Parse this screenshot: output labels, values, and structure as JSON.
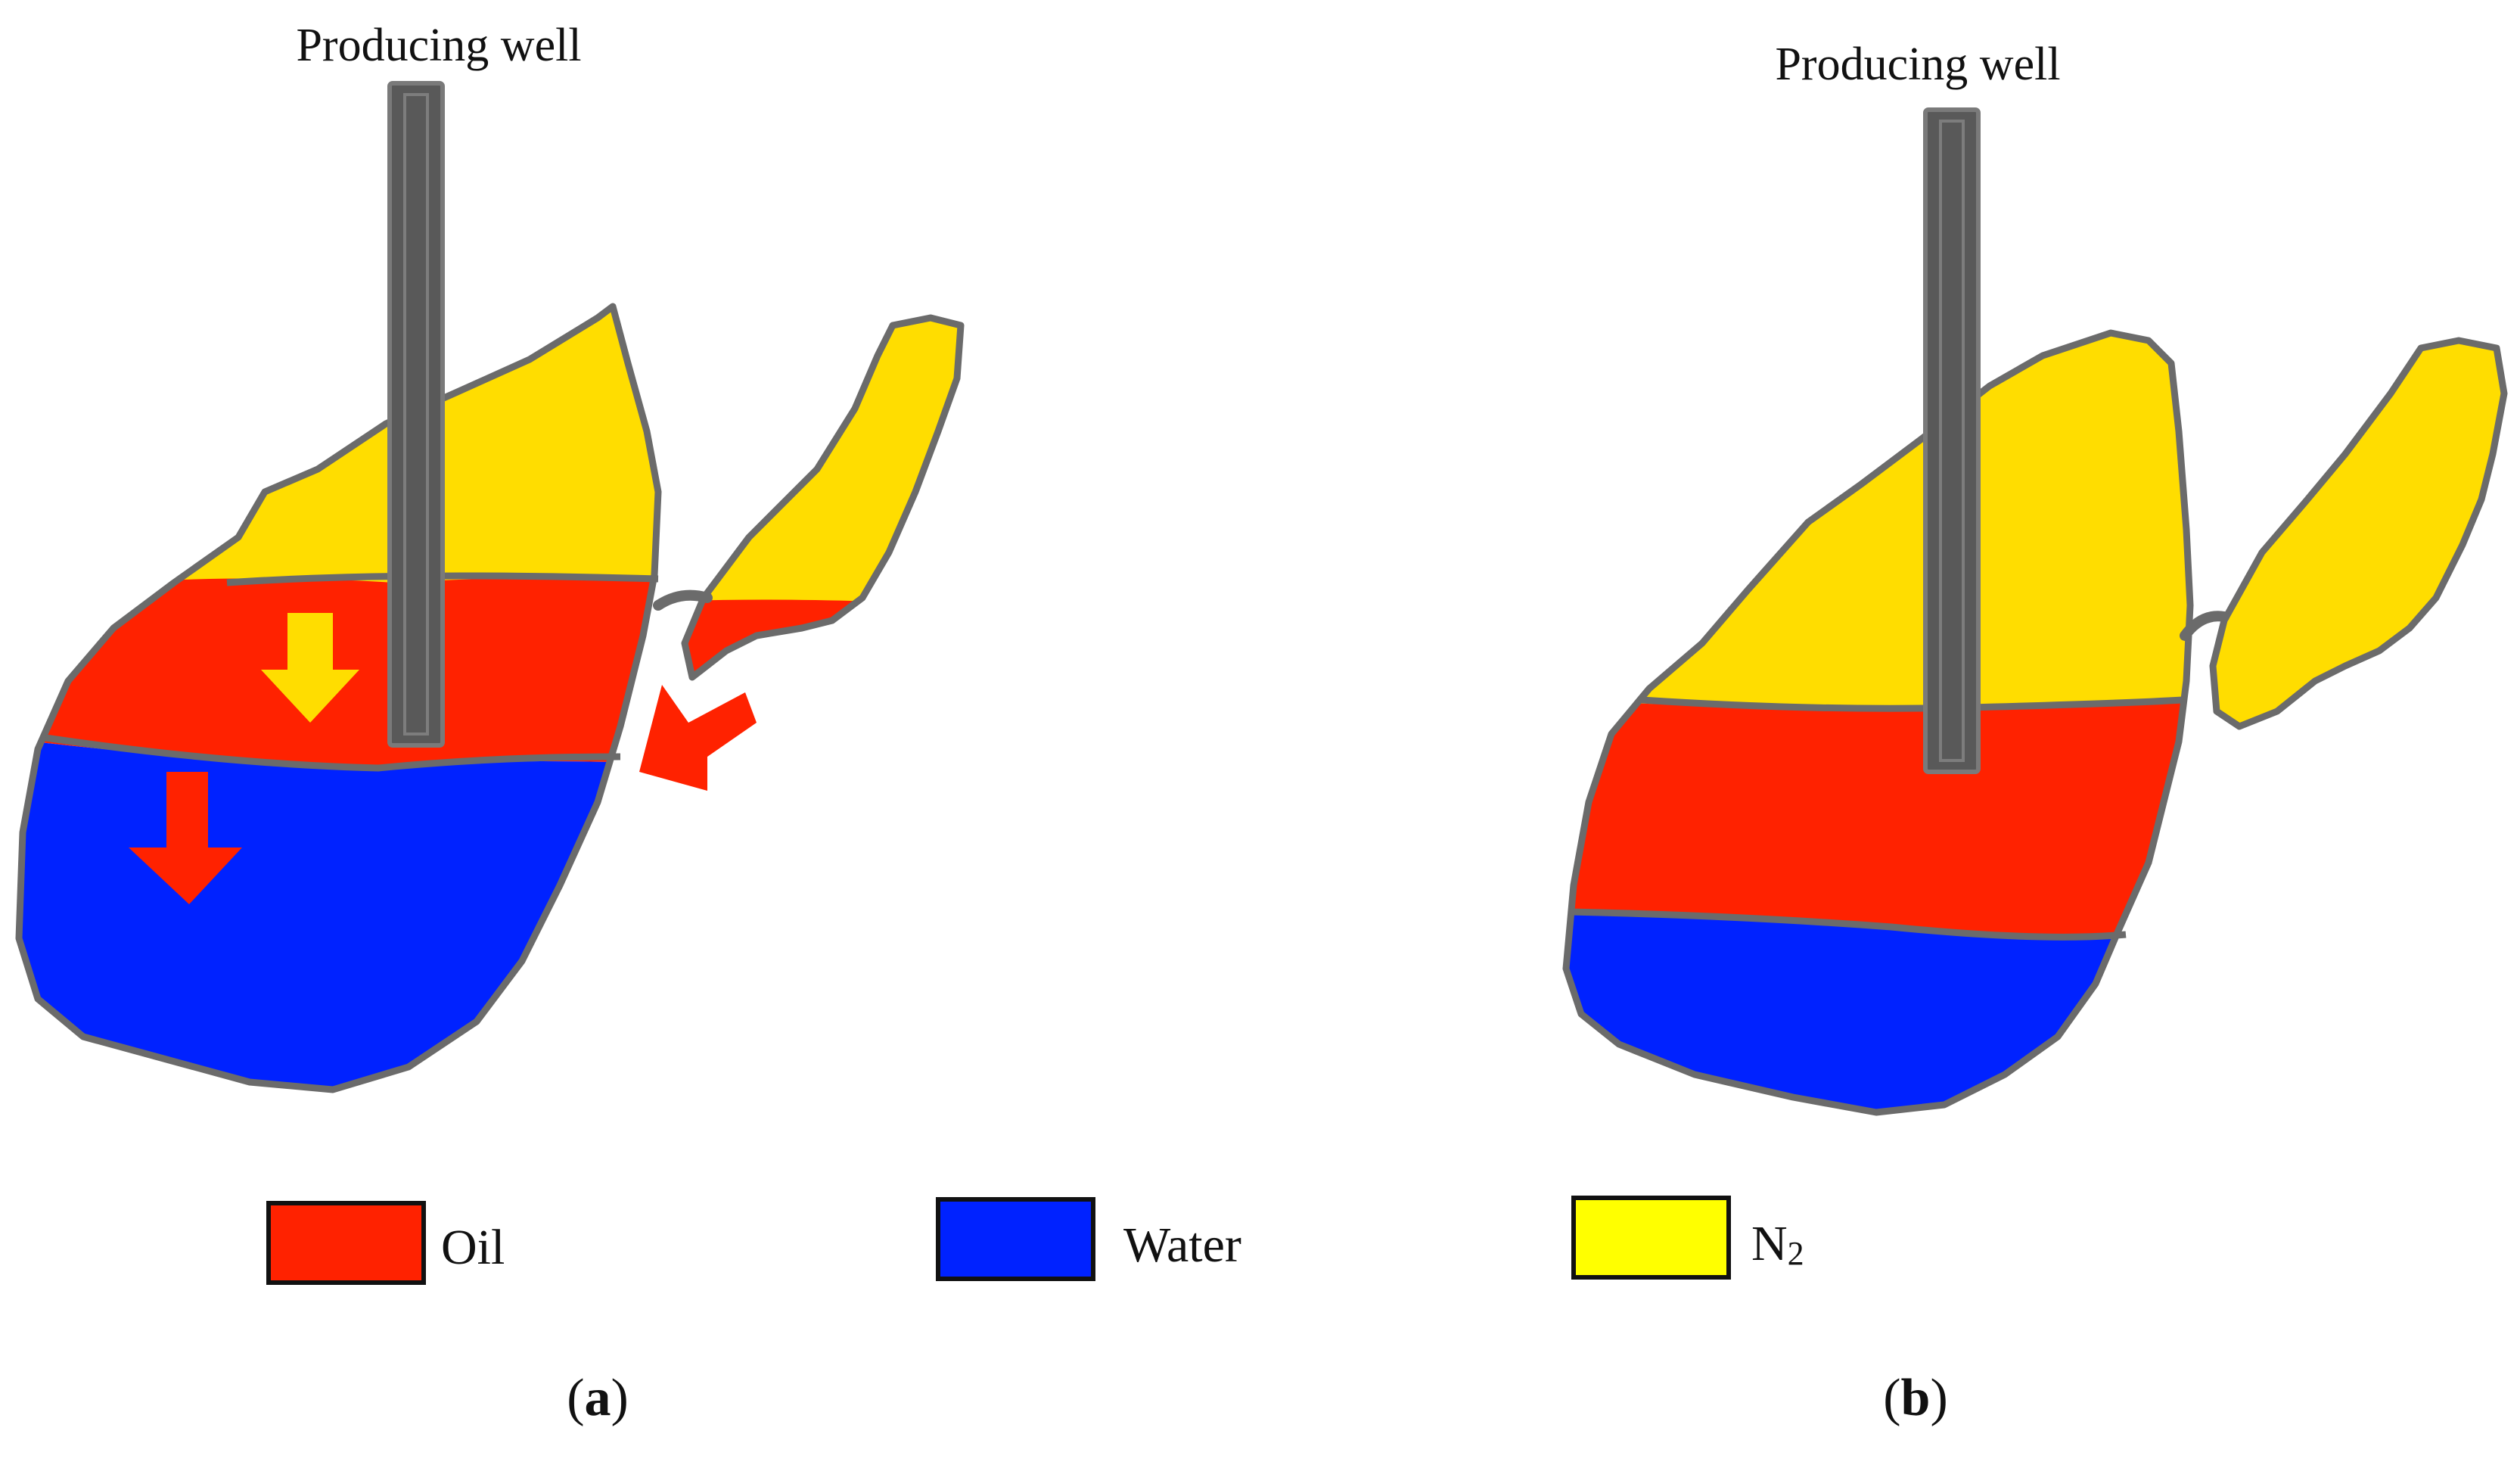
{
  "colors": {
    "oil": "#ff2200",
    "water": "#0022ff",
    "n2": "#ffdd00",
    "legend_n2": "#ffff00",
    "well": "#595959",
    "outline": "#6b6b6b",
    "arrow_oil": "#ff2200",
    "arrow_gas": "#ffdd00"
  },
  "panels": [
    {
      "id": "a",
      "well_label": "Producing well",
      "caption_open": "(",
      "caption_letter": "a",
      "caption_close": ")"
    },
    {
      "id": "b",
      "well_label": "Producing well",
      "caption_open": "(",
      "caption_letter": "b",
      "caption_close": ")"
    }
  ],
  "legend": [
    {
      "label": "Oil",
      "color": "#ff2200"
    },
    {
      "label": "Water",
      "color": "#0022ff"
    },
    {
      "label_main": "N",
      "label_sub": "2",
      "color": "#ffff00"
    }
  ]
}
